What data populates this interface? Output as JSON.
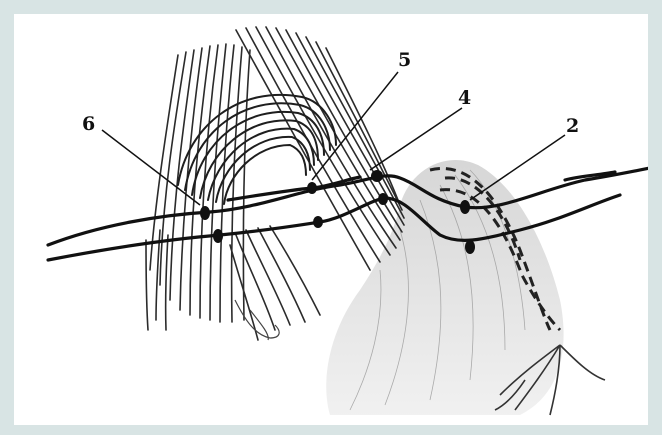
{
  "labels": {
    "l6": "6",
    "l5": "5",
    "l4": "4",
    "l2": "2"
  }
}
